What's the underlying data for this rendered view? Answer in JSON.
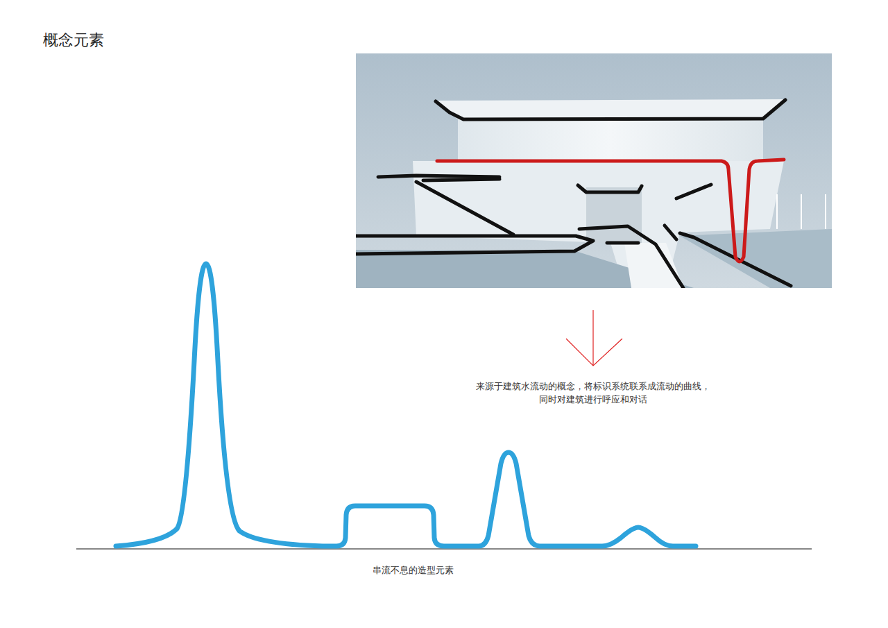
{
  "diagram": {
    "title": "概念元素",
    "labels": [
      "来源于建筑水流动的概念，将标识系统联系成流动的曲线， 同时对建筑进行呼应和对话",
      "串流不息的造型元素"
    ]
  }
}
